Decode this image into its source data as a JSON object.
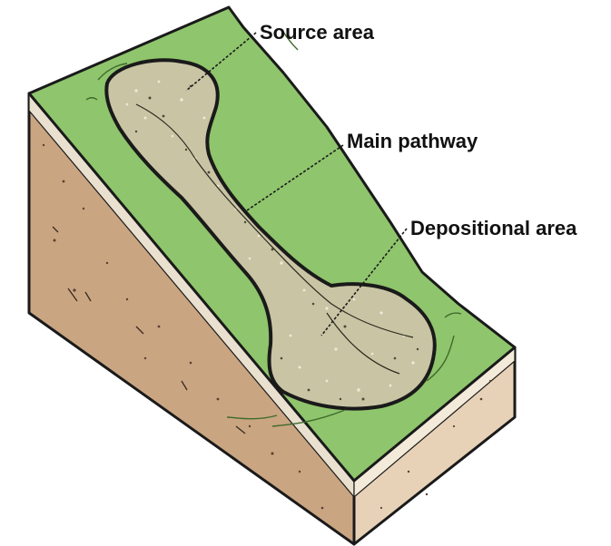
{
  "labels": {
    "source_area": "Source area",
    "main_pathway": "Main pathway",
    "depositional_area": "Depositional area"
  },
  "colors": {
    "grass": "#8fc56c",
    "soil": "#c9a582",
    "soil_light": "#e7d2b8",
    "debris": "#c9c4a4",
    "outline": "#1a1a1a"
  }
}
